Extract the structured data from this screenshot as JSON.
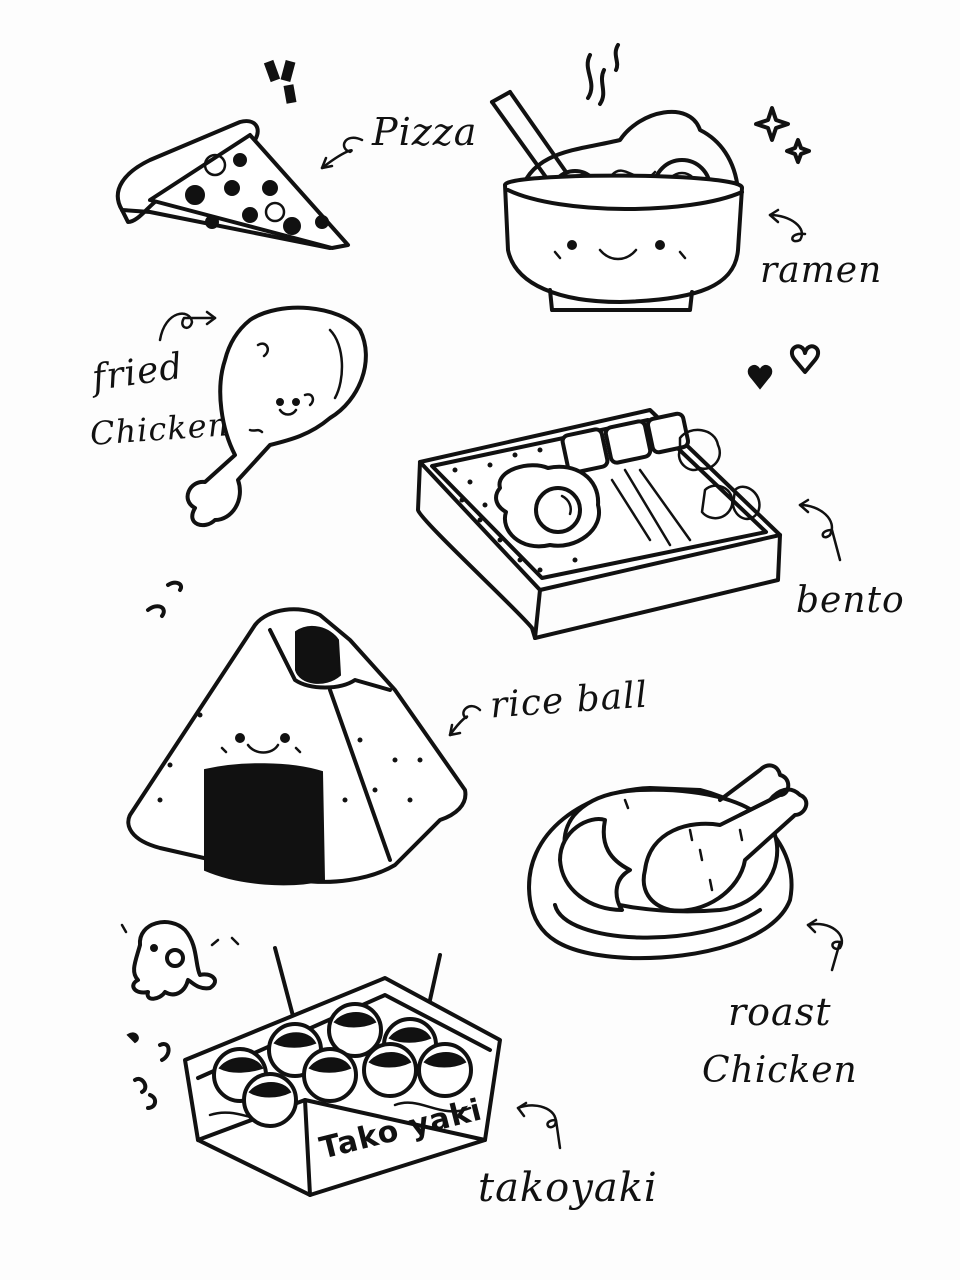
{
  "labels": {
    "pizza": "Pizza",
    "ramen": "ramen",
    "fried_chicken_line1": "fried",
    "fried_chicken_line2": "Chicken",
    "bento": "bento",
    "rice_ball": "rice ball",
    "roast_chicken_line1": "roast",
    "roast_chicken_line2": "Chicken",
    "takoyaki": "takoyaki",
    "takoyaki_box_text": "Tako yaki"
  },
  "colors": {
    "ink": "#111111",
    "paper": "#fdfdfd"
  }
}
